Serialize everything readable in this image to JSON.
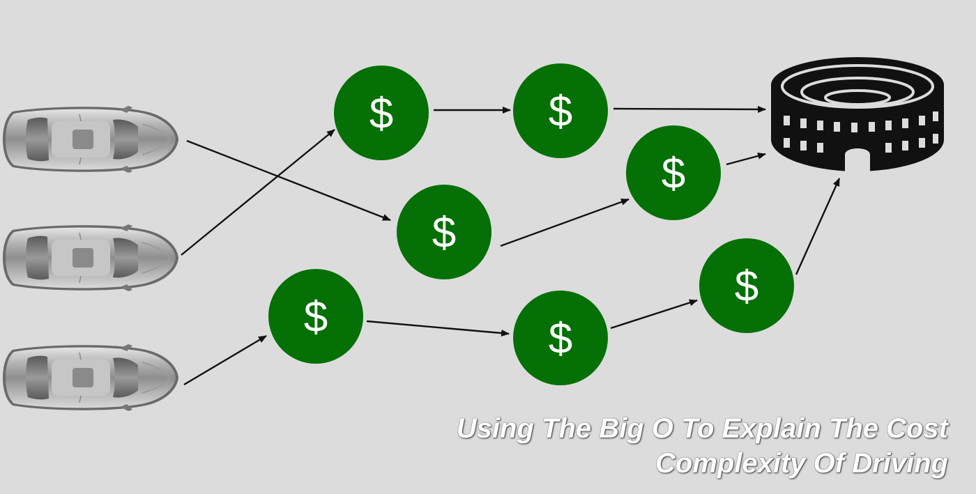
{
  "caption": {
    "line1": "Using The Big O To Explain The Cost",
    "line2": "Complexity Of Driving"
  },
  "nodes": {
    "dollar_symbol": "$"
  },
  "colors": {
    "background": "#dcdcdc",
    "dollar_node": "#057005",
    "arrow": "#111111",
    "stadium": "#111111",
    "caption_text": "#ffffff"
  },
  "icons": [
    "car-icon",
    "dollar-coin-icon",
    "stadium-icon",
    "arrow"
  ]
}
